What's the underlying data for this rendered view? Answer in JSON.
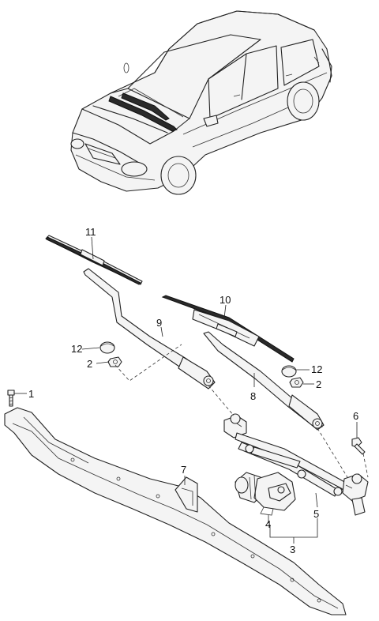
{
  "callouts": {
    "p1": "1",
    "p2a": "2",
    "p2b": "2",
    "p3": "3",
    "p4": "4",
    "p5": "5",
    "p6": "6",
    "p7": "7",
    "p8": "8",
    "p9": "9",
    "p10": "10",
    "p11": "11",
    "p12a": "12",
    "p12b": "12"
  }
}
